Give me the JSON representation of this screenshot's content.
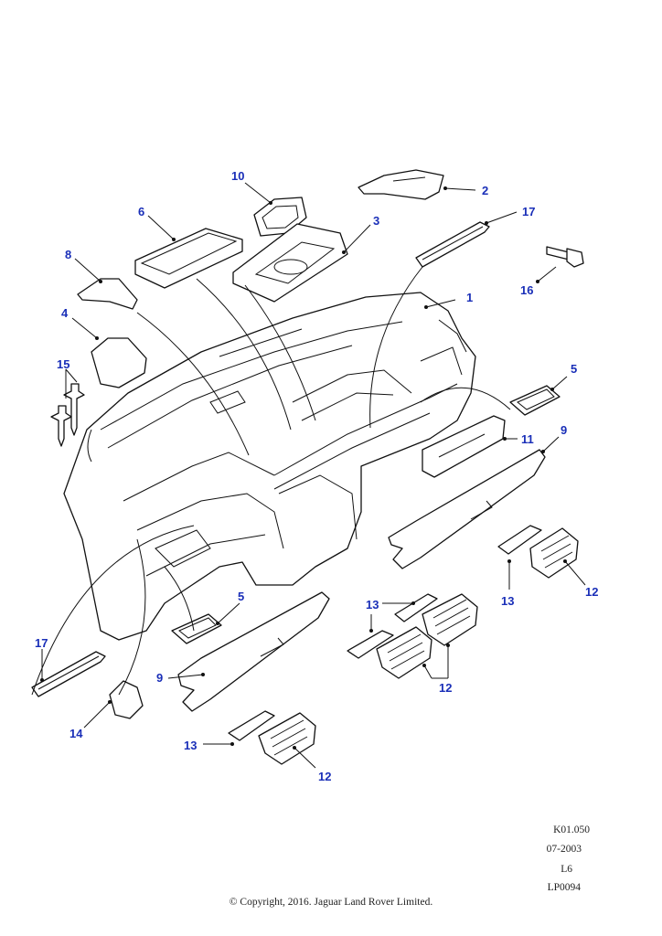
{
  "callouts": [
    {
      "label": "1"
    },
    {
      "label": "2"
    },
    {
      "label": "3"
    },
    {
      "label": "4"
    },
    {
      "label": "5"
    },
    {
      "label": "5"
    },
    {
      "label": "6"
    },
    {
      "label": "8"
    },
    {
      "label": "9"
    },
    {
      "label": "9"
    },
    {
      "label": "10"
    },
    {
      "label": "11"
    },
    {
      "label": "12"
    },
    {
      "label": "12"
    },
    {
      "label": "12"
    },
    {
      "label": "13"
    },
    {
      "label": "13"
    },
    {
      "label": "13"
    },
    {
      "label": "14"
    },
    {
      "label": "15"
    },
    {
      "label": "16"
    },
    {
      "label": "17"
    },
    {
      "label": "17"
    }
  ],
  "meta": {
    "ref": "K01.050",
    "date": "07-2003",
    "level": "L6",
    "illustration": "LP0094"
  },
  "copyright": "© Copyright, 2016. Jaguar Land Rover Limited.",
  "colors": {
    "callout": "#1a2fb8",
    "line": "#111111",
    "background": "#ffffff"
  }
}
